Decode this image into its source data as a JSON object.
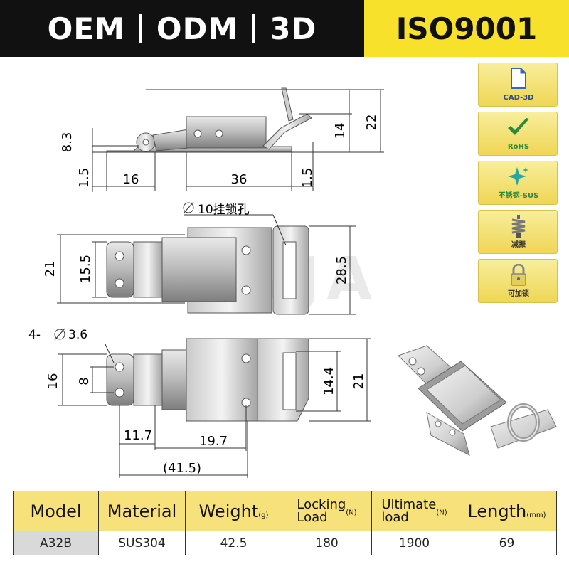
{
  "banner": {
    "left_items": [
      "OEM",
      "ODM",
      "3D"
    ],
    "right_text": "ISO9001"
  },
  "badges": [
    {
      "label": "CAD-3D",
      "icon": "cad-document-icon"
    },
    {
      "label": "RoHS",
      "icon": "checkmark-icon"
    },
    {
      "label": "不锈钢-SUS",
      "icon": "sparkle-icon"
    },
    {
      "label": "减振",
      "icon": "spring-icon"
    },
    {
      "label": "可加锁",
      "icon": "padlock-icon"
    }
  ],
  "watermark": "TANJA",
  "side_view": {
    "dims": [
      "8.3",
      "1.5",
      "16",
      "36",
      "1.5",
      "14",
      "22"
    ]
  },
  "top_view": {
    "hole_note": "10挂锁孔",
    "dims": [
      "21",
      "15.5",
      "28.5"
    ]
  },
  "bottom_view": {
    "hole_note": "4-",
    "hole_dia": "3.6",
    "dims": [
      "16",
      "8",
      "14.4",
      "21",
      "11.7",
      "19.7",
      "(41.5)"
    ]
  },
  "spec_table": {
    "headers": [
      {
        "label": "Model",
        "unit": ""
      },
      {
        "label": "Material",
        "unit": ""
      },
      {
        "label": "Weight",
        "unit": "(g)"
      },
      {
        "label_line1": "Locking",
        "label_line2": "Load",
        "unit": "(N)"
      },
      {
        "label_line1": "Ultimate",
        "label_line2": "load",
        "unit": "(N)"
      },
      {
        "label": "Length",
        "unit": "(mm)"
      }
    ],
    "rows": [
      [
        "A32B",
        "SUS304",
        "42.5",
        "180",
        "1900",
        "69"
      ]
    ]
  }
}
